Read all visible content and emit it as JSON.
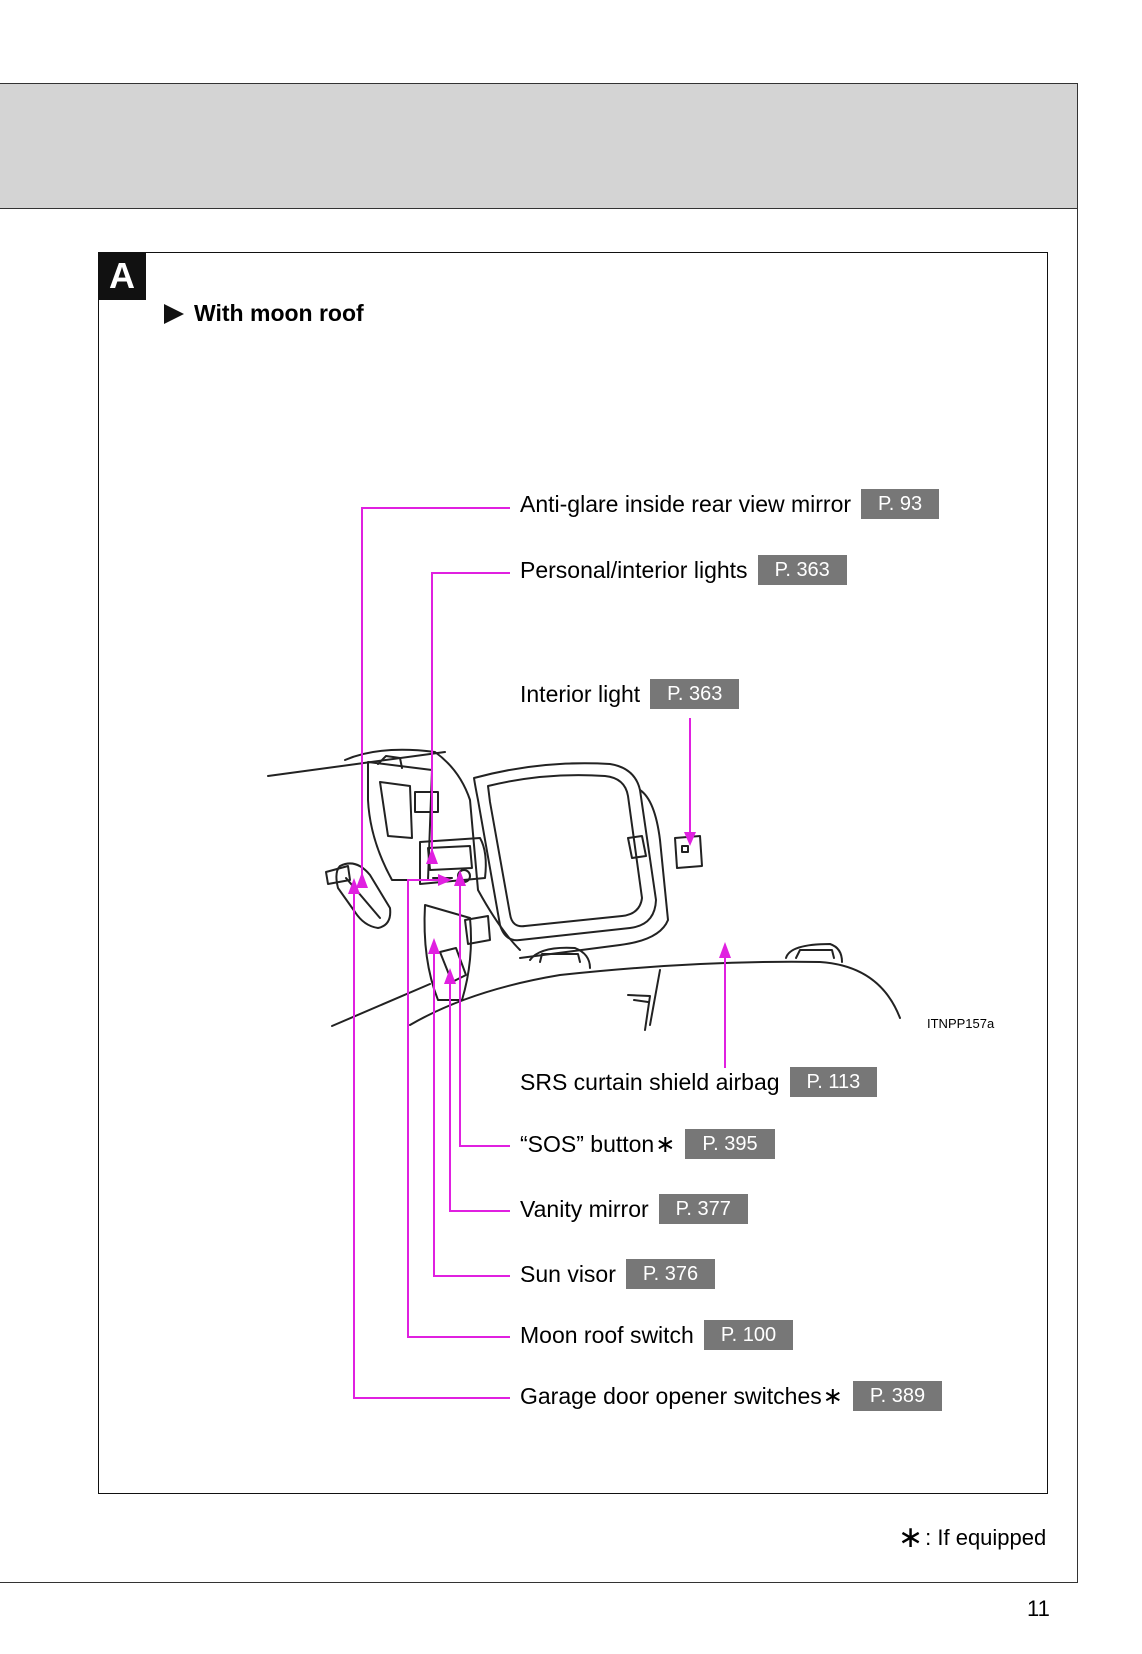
{
  "section": {
    "badge": "A",
    "subtitle": "With moon roof"
  },
  "callouts": [
    {
      "label": "Anti-glare inside rear view mirror",
      "page": "P. 93",
      "asterisk": ""
    },
    {
      "label": "Personal/interior lights",
      "page": "P. 363",
      "asterisk": ""
    },
    {
      "label": "Interior light",
      "page": "P. 363",
      "asterisk": ""
    },
    {
      "label": "SRS curtain shield airbag",
      "page": "P. 113",
      "asterisk": ""
    },
    {
      "label": "“SOS” button",
      "page": "P. 395",
      "asterisk": "∗"
    },
    {
      "label": "Vanity mirror",
      "page": "P. 377",
      "asterisk": ""
    },
    {
      "label": "Sun visor",
      "page": "P. 376",
      "asterisk": ""
    },
    {
      "label": "Moon roof switch",
      "page": "P. 100",
      "asterisk": ""
    },
    {
      "label": "Garage door opener switches",
      "page": "P. 389",
      "asterisk": "∗"
    }
  ],
  "figure_code": "ITNPP157a",
  "footnote": {
    "symbol": "∗",
    "text": ": If equipped"
  },
  "page_number": "11",
  "colors": {
    "leader": "#e020e0",
    "page_ref_bg": "#777777",
    "header_band": "#d4d4d4"
  }
}
